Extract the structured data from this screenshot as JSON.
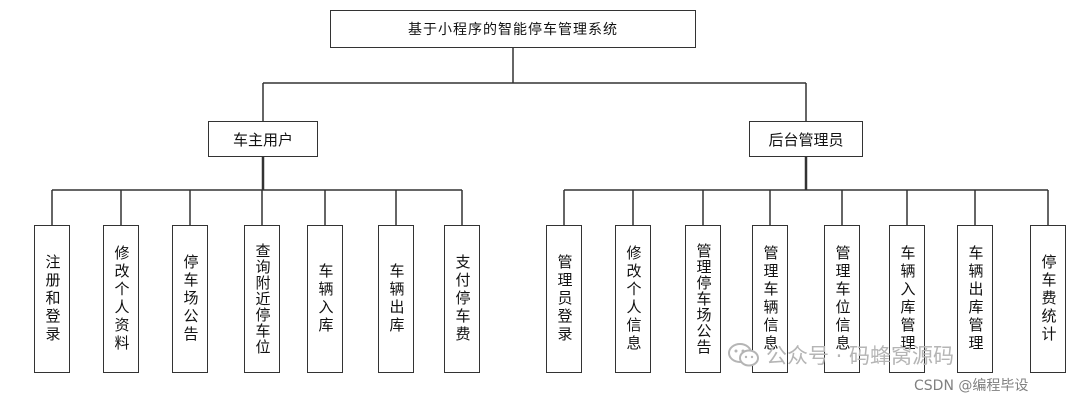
{
  "root": {
    "label": "基于小程序的智能停车管理系统"
  },
  "branches": [
    {
      "label": "车主用户",
      "children": [
        "注册和登录",
        "修改个人资料",
        "停车场公告",
        "查询附近停车位",
        "车辆入库",
        "车辆出库",
        "支付停车费"
      ]
    },
    {
      "label": "后台管理员",
      "children": [
        "管理员登录",
        "修改个人信息",
        "管理停车场公告",
        "管理车辆信息",
        "管理车位信息",
        "车辆入库管理",
        "车辆出库管理",
        "停车费统计"
      ]
    }
  ],
  "watermark": {
    "icon": "wechat-icon",
    "text": "公众号 · 码蜂窝源码",
    "credit": "CSDN @编程毕设"
  }
}
